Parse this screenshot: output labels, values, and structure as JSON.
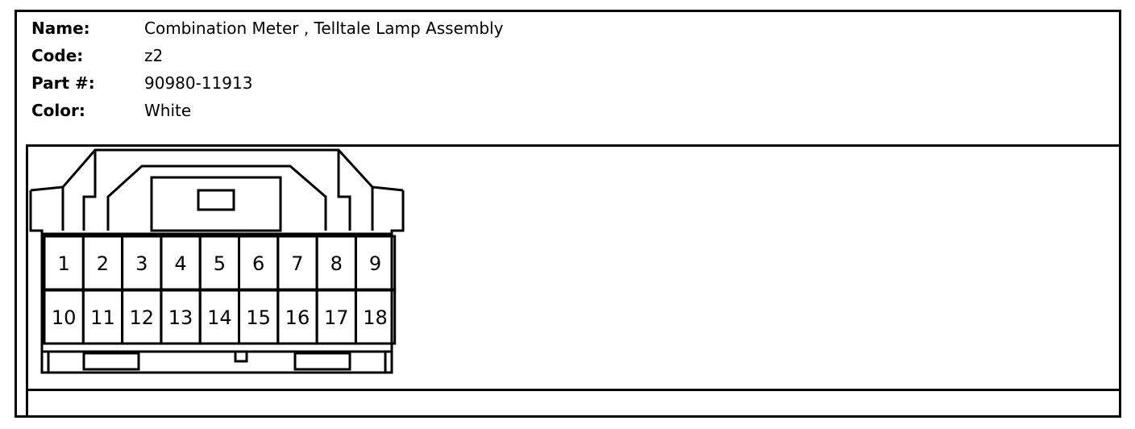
{
  "fields": [
    {
      "label": "Name:",
      "value": "Combination Meter , Telltale Lamp Assembly"
    },
    {
      "label": "Code:",
      "value": "z2"
    },
    {
      "label": "Part #:",
      "value": "90980-11913"
    },
    {
      "label": "Color:",
      "value": "White"
    }
  ],
  "pins": {
    "top": [
      "1",
      "2",
      "3",
      "4",
      "5",
      "6",
      "7",
      "8",
      "9"
    ],
    "bottom": [
      "10",
      "11",
      "12",
      "13",
      "14",
      "15",
      "16",
      "17",
      "18"
    ]
  }
}
